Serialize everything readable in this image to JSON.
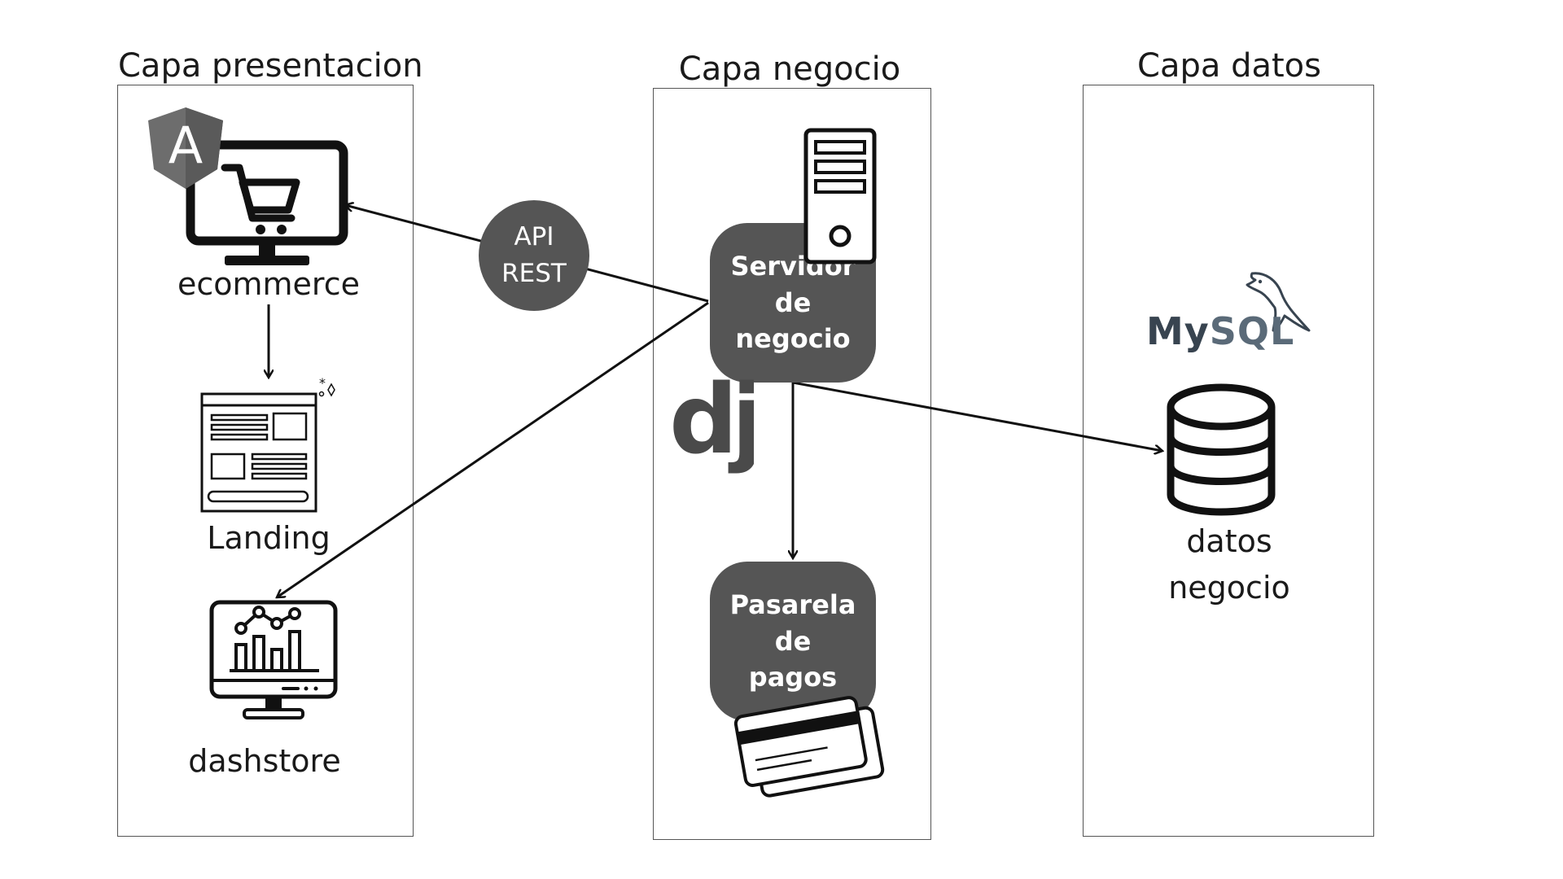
{
  "layers": {
    "presentation": {
      "title": "Capa presentacion"
    },
    "business": {
      "title": "Capa negocio"
    },
    "data": {
      "title": "Capa datos"
    }
  },
  "presentation": {
    "ecommerce": "ecommerce",
    "landing": "Landing",
    "dashstore": "dashstore",
    "framework_letter": "A"
  },
  "business": {
    "server_line1": "Servidor de",
    "server_line2": "negocio",
    "payment_line1": "Pasarela de",
    "payment_line2": "pagos",
    "framework_logo": "dj"
  },
  "api": {
    "line1": "API",
    "line2": "REST"
  },
  "data": {
    "db_logo_my": "My",
    "db_logo_sql": "SQL",
    "db_line1": "datos",
    "db_line2": "negocio"
  },
  "colors": {
    "node_fill": "#555555",
    "stroke": "#111111",
    "box_border": "#555555",
    "mysql_blue": "#384450"
  },
  "icons": [
    "angular-icon",
    "ecommerce-monitor-icon",
    "landing-page-icon",
    "dashboard-monitor-icon",
    "server-tower-icon",
    "django-icon",
    "credit-card-icon",
    "mysql-dolphin-icon",
    "database-icon"
  ]
}
